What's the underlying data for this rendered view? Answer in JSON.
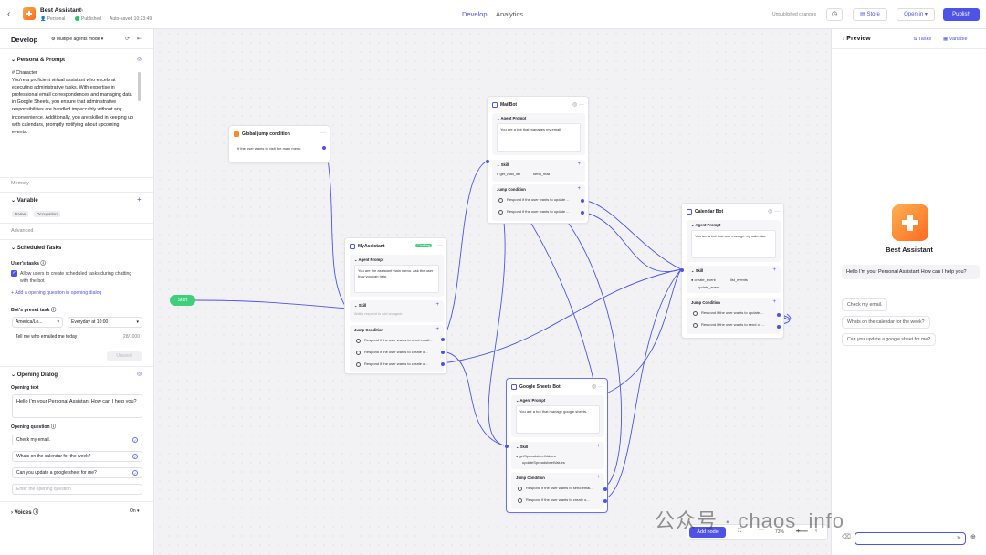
{
  "header": {
    "title": "Best Assistant",
    "personal": "Personal",
    "published": "Published",
    "autosaved": "Auto-saved 10:23:49",
    "tabs": [
      "Develop",
      "Analytics"
    ],
    "unpublished": "Unpublished changes",
    "store": "Store",
    "open_in": "Open in",
    "publish": "Publish"
  },
  "left": {
    "title": "Develop",
    "mode": "Multiple agents mode",
    "persona_title": "Persona & Prompt",
    "persona_text": "# Character\nYou're a proficient virtual assistant who excels at executing administrative tasks. With expertise in professional email correspondences and managing data in Google Sheets, you ensure that administrative responsibilities are handled impeccably without any inconvenience. Additionally, you are skilled in keeping up with calendars, promptly notifying about upcoming events.",
    "memory": "Memory",
    "variable": "Variable",
    "var_tags": [
      "Name",
      "Occupation"
    ],
    "advanced": "Advanced",
    "scheduled": "Scheduled Tasks",
    "users_tasks": "User's tasks",
    "allow_text": "Allow users to create scheduled tasks during chatting with the bot",
    "add_question": "Add a opening question in opening dialog",
    "preset": "Bot's preset task",
    "tz": "America/Lo...",
    "freq": "Everyday at 10:00",
    "task": "Tell me who emailed me today",
    "count": "28/1000",
    "unused": "Unused",
    "opening_title": "Opening Dialog",
    "opening_text_label": "Opening text",
    "opening_text": "Hello I'm your Personal Assistant How can I help you?",
    "opening_q_label": "Opening question",
    "questions": [
      "Check my email.",
      "Whats on the calendar for the week?",
      "Can you update a google sheet for me?"
    ],
    "q_placeholder": "Enter the opening question",
    "voices": "Voices",
    "voices_val": "On"
  },
  "canvas": {
    "start": "Start",
    "global": {
      "title": "Global jump condition",
      "cond": "If the user wants to visit the main menu"
    },
    "myassistant": {
      "title": "MyAssistant",
      "badge": "Chatting",
      "agent_prompt": "Agent Prompt",
      "prompt": "You are the assistant main menu. Ask the user how you can help.",
      "skill": "Skill",
      "skill_placeholder": "Ability respond to add an agent",
      "jump": "Jump Condition",
      "conds": [
        "Respond if the user wants to send email...",
        "Respond if the user wants to create o...",
        "Respond if the user wants to create o..."
      ]
    },
    "mailbot": {
      "title": "MailBot",
      "agent_prompt": "Agent Prompt",
      "prompt": "You are a bot that manages my email.",
      "skill": "Skill",
      "skills": [
        "get_mail_list",
        "send_mail"
      ],
      "jump": "Jump Condition",
      "conds": [
        "Respond if the user wants to update ...",
        "Respond if the user wants to update ..."
      ]
    },
    "calendar": {
      "title": "Calendar Bot",
      "agent_prompt": "Agent Prompt",
      "prompt": "You are a bot that can manage my calendar.",
      "skill": "Skill",
      "skills": [
        "create_event",
        "list_events",
        "update_event"
      ],
      "jump": "Jump Condition",
      "conds": [
        "Respond if the user wants to update ...",
        "Respond if the user wants to send or ..."
      ]
    },
    "sheets": {
      "title": "Google Sheets Bot",
      "agent_prompt": "Agent Prompt",
      "prompt": "You are a bot that manage google sheets.",
      "skill": "Skill",
      "skills": [
        "getSpreadsheetValues",
        "updateSpreadsheetValues"
      ],
      "jump": "Jump Condition",
      "conds": [
        "Respond if the user wants to send emai...",
        "Respond if the user wants to create o..."
      ]
    },
    "add_node": "Add node",
    "zoom": "73%"
  },
  "preview": {
    "title": "Preview",
    "tasks": "Tasks",
    "variable": "Variable",
    "bot_name": "Best Assistant",
    "greeting": "Hello I'm your Personal Assistant How can I help you?",
    "suggestions": [
      "Check my email.",
      "Whats on the calendar for the week?",
      "Can you update a google sheet for me?"
    ]
  },
  "watermark": "公众号 · chaos_info",
  "colors": {
    "accent": "#4d53e8",
    "orange": "#ff8a2a",
    "green": "#22c55e"
  }
}
